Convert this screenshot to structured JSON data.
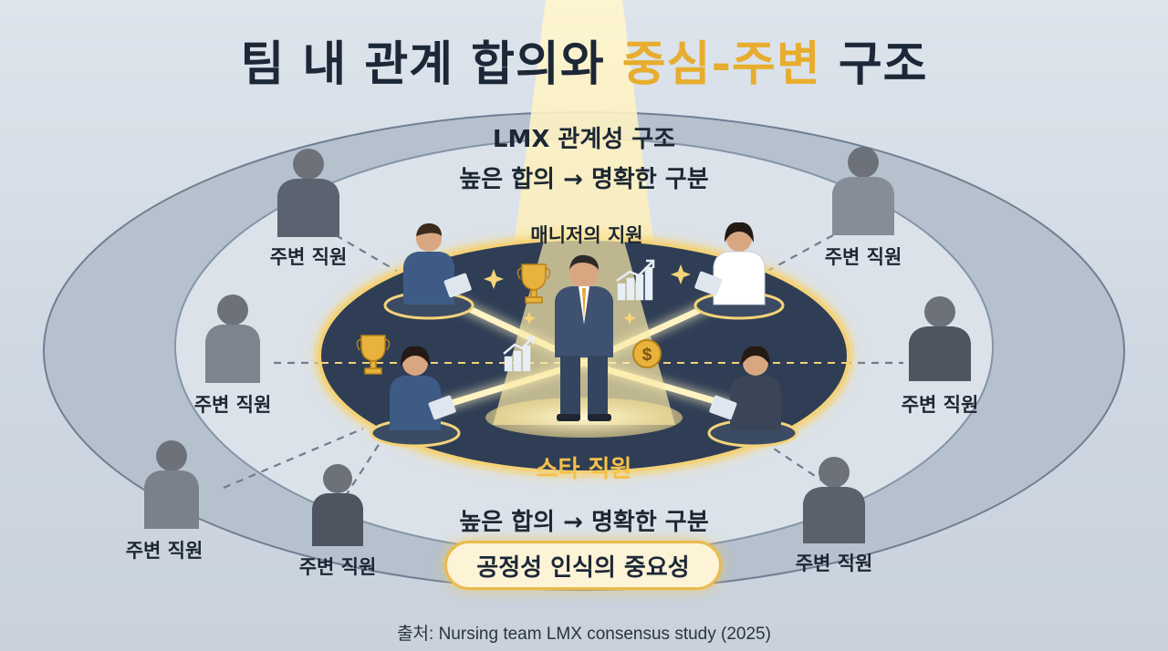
{
  "title": {
    "part1": "팀 내 관계 합의와 ",
    "highlight": "중심-주변",
    "part2": " 구조"
  },
  "lmx": {
    "title": "LMX 관계성 구조",
    "subtitle": "높은 합의 → 명확한 구분"
  },
  "manager_support": "매니저의 지원",
  "star_label": "스타 직원",
  "bottom_subtitle": "높은 합의 → 명확한 구분",
  "fairness_badge": "공정성 인식의 중요성",
  "peripheral_label": "주변 직원",
  "source": "출처: Nursing team LMX consensus study (2025)",
  "colors": {
    "highlight": "#e8ad2e",
    "ellipse_dark": "#2f3e55",
    "glow": "#f6d57a"
  }
}
